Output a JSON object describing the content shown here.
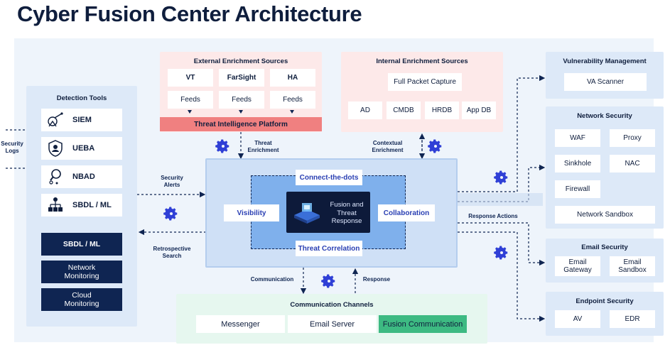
{
  "title": "Cyber Fusion Center Architecture",
  "left_inputs": {
    "security_logs": "Security\nLogs"
  },
  "detection_tools": {
    "heading": "Detection Tools",
    "items": [
      "SIEM",
      "UEBA",
      "NBAD",
      "SBDL / ML"
    ],
    "dark_items": [
      "SBDL / ML",
      "Network\nMonitoring",
      "Cloud\nMonitoring"
    ]
  },
  "external": {
    "heading": "External Enrichment Sources",
    "row1": [
      "VT",
      "FarSight",
      "HA"
    ],
    "row2": [
      "Feeds",
      "Feeds",
      "Feeds"
    ],
    "platform": "Threat Intelligence Platform"
  },
  "internal": {
    "heading": "Internal Enrichment Sources",
    "full_packet": "Full Packet Capture",
    "row": [
      "AD",
      "CMDB",
      "HRDB",
      "App DB"
    ]
  },
  "flow_labels": {
    "threat_enrichment": "Threat\nEnrichment",
    "contextual_enrichment": "Contextual\nEnrichment",
    "security_alerts": "Security\nAlerts",
    "retrospective_search": "Retrospective\nSearch",
    "response_actions": "Response Actions",
    "communication": "Communication",
    "response": "Response"
  },
  "core": {
    "connect": "Connect-the-dots",
    "visibility": "Visibility",
    "collaboration": "Collaboration",
    "correlation": "Threat Correlation",
    "center": "Fusion and\nThreat\nResponse"
  },
  "vulnerability": {
    "heading": "Vulnerability Management",
    "items": [
      "VA Scanner"
    ]
  },
  "network_security": {
    "heading": "Network Security",
    "items": [
      "WAF",
      "Proxy",
      "Sinkhole",
      "NAC",
      "Firewall",
      "Network Sandbox"
    ]
  },
  "email_security": {
    "heading": "Email Security",
    "items": [
      "Email\nGateway",
      "Email\nSandbox"
    ]
  },
  "endpoint_security": {
    "heading": "Endpoint Security",
    "items": [
      "AV",
      "EDR"
    ]
  },
  "communication": {
    "heading": "Communication Channels",
    "items": [
      "Messenger",
      "Email Server",
      "Fusion Communication"
    ]
  },
  "colors": {
    "navy": "#0f2552",
    "light_blue": "#dde9f8",
    "pink_panel": "#fde9e9",
    "tip_bar": "#f08080",
    "green_panel": "#e6f7ef",
    "green_accent": "#3dba82",
    "gear": "#2f3fd6"
  }
}
